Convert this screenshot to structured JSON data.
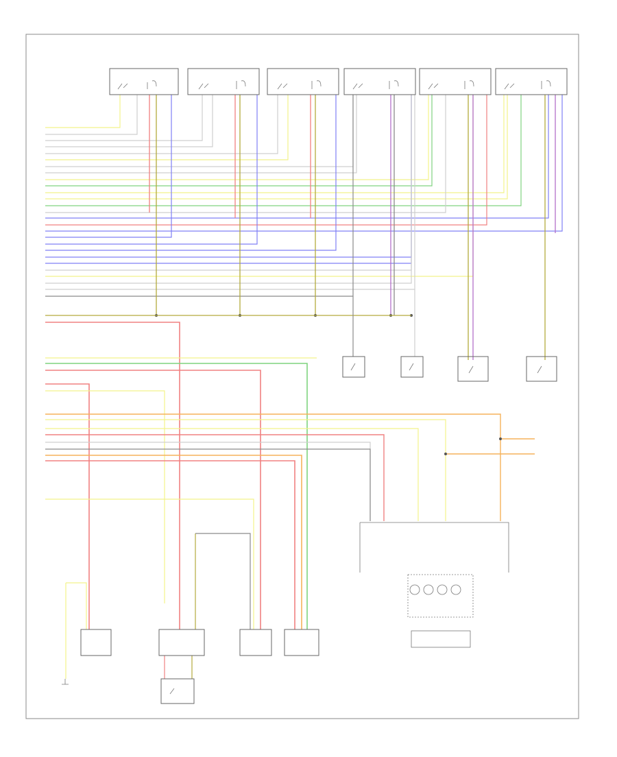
{
  "diagram": {
    "footer_code": "",
    "colors": {
      "yellow": "#f2f28a",
      "white": "#cfcfcf",
      "green": "#7fd37f",
      "red": "#f08080",
      "blue": "#7f7ff5",
      "violet": "#b36fc9",
      "orange": "#f5b25a",
      "olive": "#b3aa3c",
      "gray": "#8a8a8a"
    },
    "top_sensors": [
      {
        "id": "s1",
        "label": ""
      },
      {
        "id": "s2",
        "label": ""
      },
      {
        "id": "s3",
        "label": ""
      },
      {
        "id": "s4",
        "label": ""
      },
      {
        "id": "s5",
        "label": ""
      },
      {
        "id": "s6",
        "label": ""
      }
    ],
    "right_sensors": [
      {
        "id": "r1",
        "label": ""
      },
      {
        "id": "r2",
        "label": ""
      },
      {
        "id": "r3",
        "label": ""
      },
      {
        "id": "r4",
        "label": ""
      }
    ],
    "bottom_components": [
      {
        "id": "b1",
        "label": ""
      },
      {
        "id": "b2",
        "label": ""
      },
      {
        "id": "b3",
        "label": ""
      },
      {
        "id": "b4",
        "label": ""
      },
      {
        "id": "b5",
        "label": ""
      },
      {
        "id": "b6",
        "label": ""
      },
      {
        "id": "b7",
        "label": ""
      }
    ]
  }
}
